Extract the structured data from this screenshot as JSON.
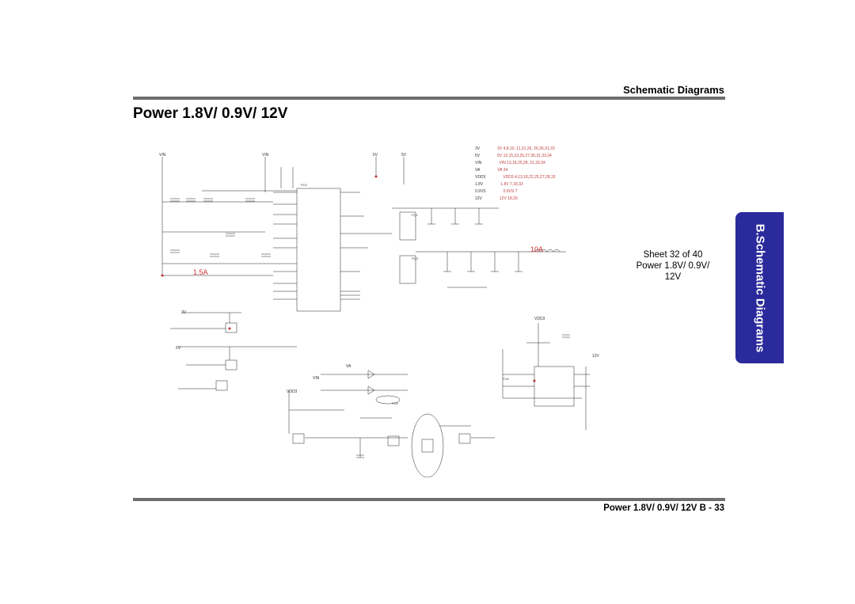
{
  "header": {
    "section_title": "Schematic  Diagrams",
    "page_title": "Power 1.8V/ 0.9V/ 12V"
  },
  "sheet": {
    "line1": "Sheet 32 of 40",
    "line2": "Power 1.8V/ 0.9V/",
    "line3": "12V"
  },
  "side_tab": {
    "label": "B.Schematic Diagrams",
    "color": "#2a2a9c"
  },
  "footer": {
    "text": "Power 1.8V/ 0.9V/ 12V  B  -  33"
  },
  "schematic": {
    "net_labels": [
      {
        "name": "3V",
        "ref": "3V   4,8,10,  11,21,25,  26,30,31,33"
      },
      {
        "name": "5V",
        "ref": "5V   12,15,23,26,27,30,31,33,34"
      },
      {
        "name": "VIN",
        "ref": "VIN   13,18,25,28,  31,33,34"
      },
      {
        "name": "VA",
        "ref": "VA   34"
      },
      {
        "name": "VDD3",
        "ref": "VDD3   4,13,18,22,25,27,28,33"
      },
      {
        "name": "1.8V",
        "ref": "1.8V   7,18,33"
      },
      {
        "name": "0.9VS",
        "ref": "0.9VS   7"
      },
      {
        "name": "12V",
        "ref": "12V   18,33"
      }
    ],
    "callouts": [
      "1.5A",
      "10A"
    ],
    "rail_labels": [
      "VIN",
      "VIN",
      "5V",
      "5V",
      "VDD3",
      "VDD3",
      "VIN",
      "VA",
      "12V",
      "3V",
      "5V"
    ]
  }
}
